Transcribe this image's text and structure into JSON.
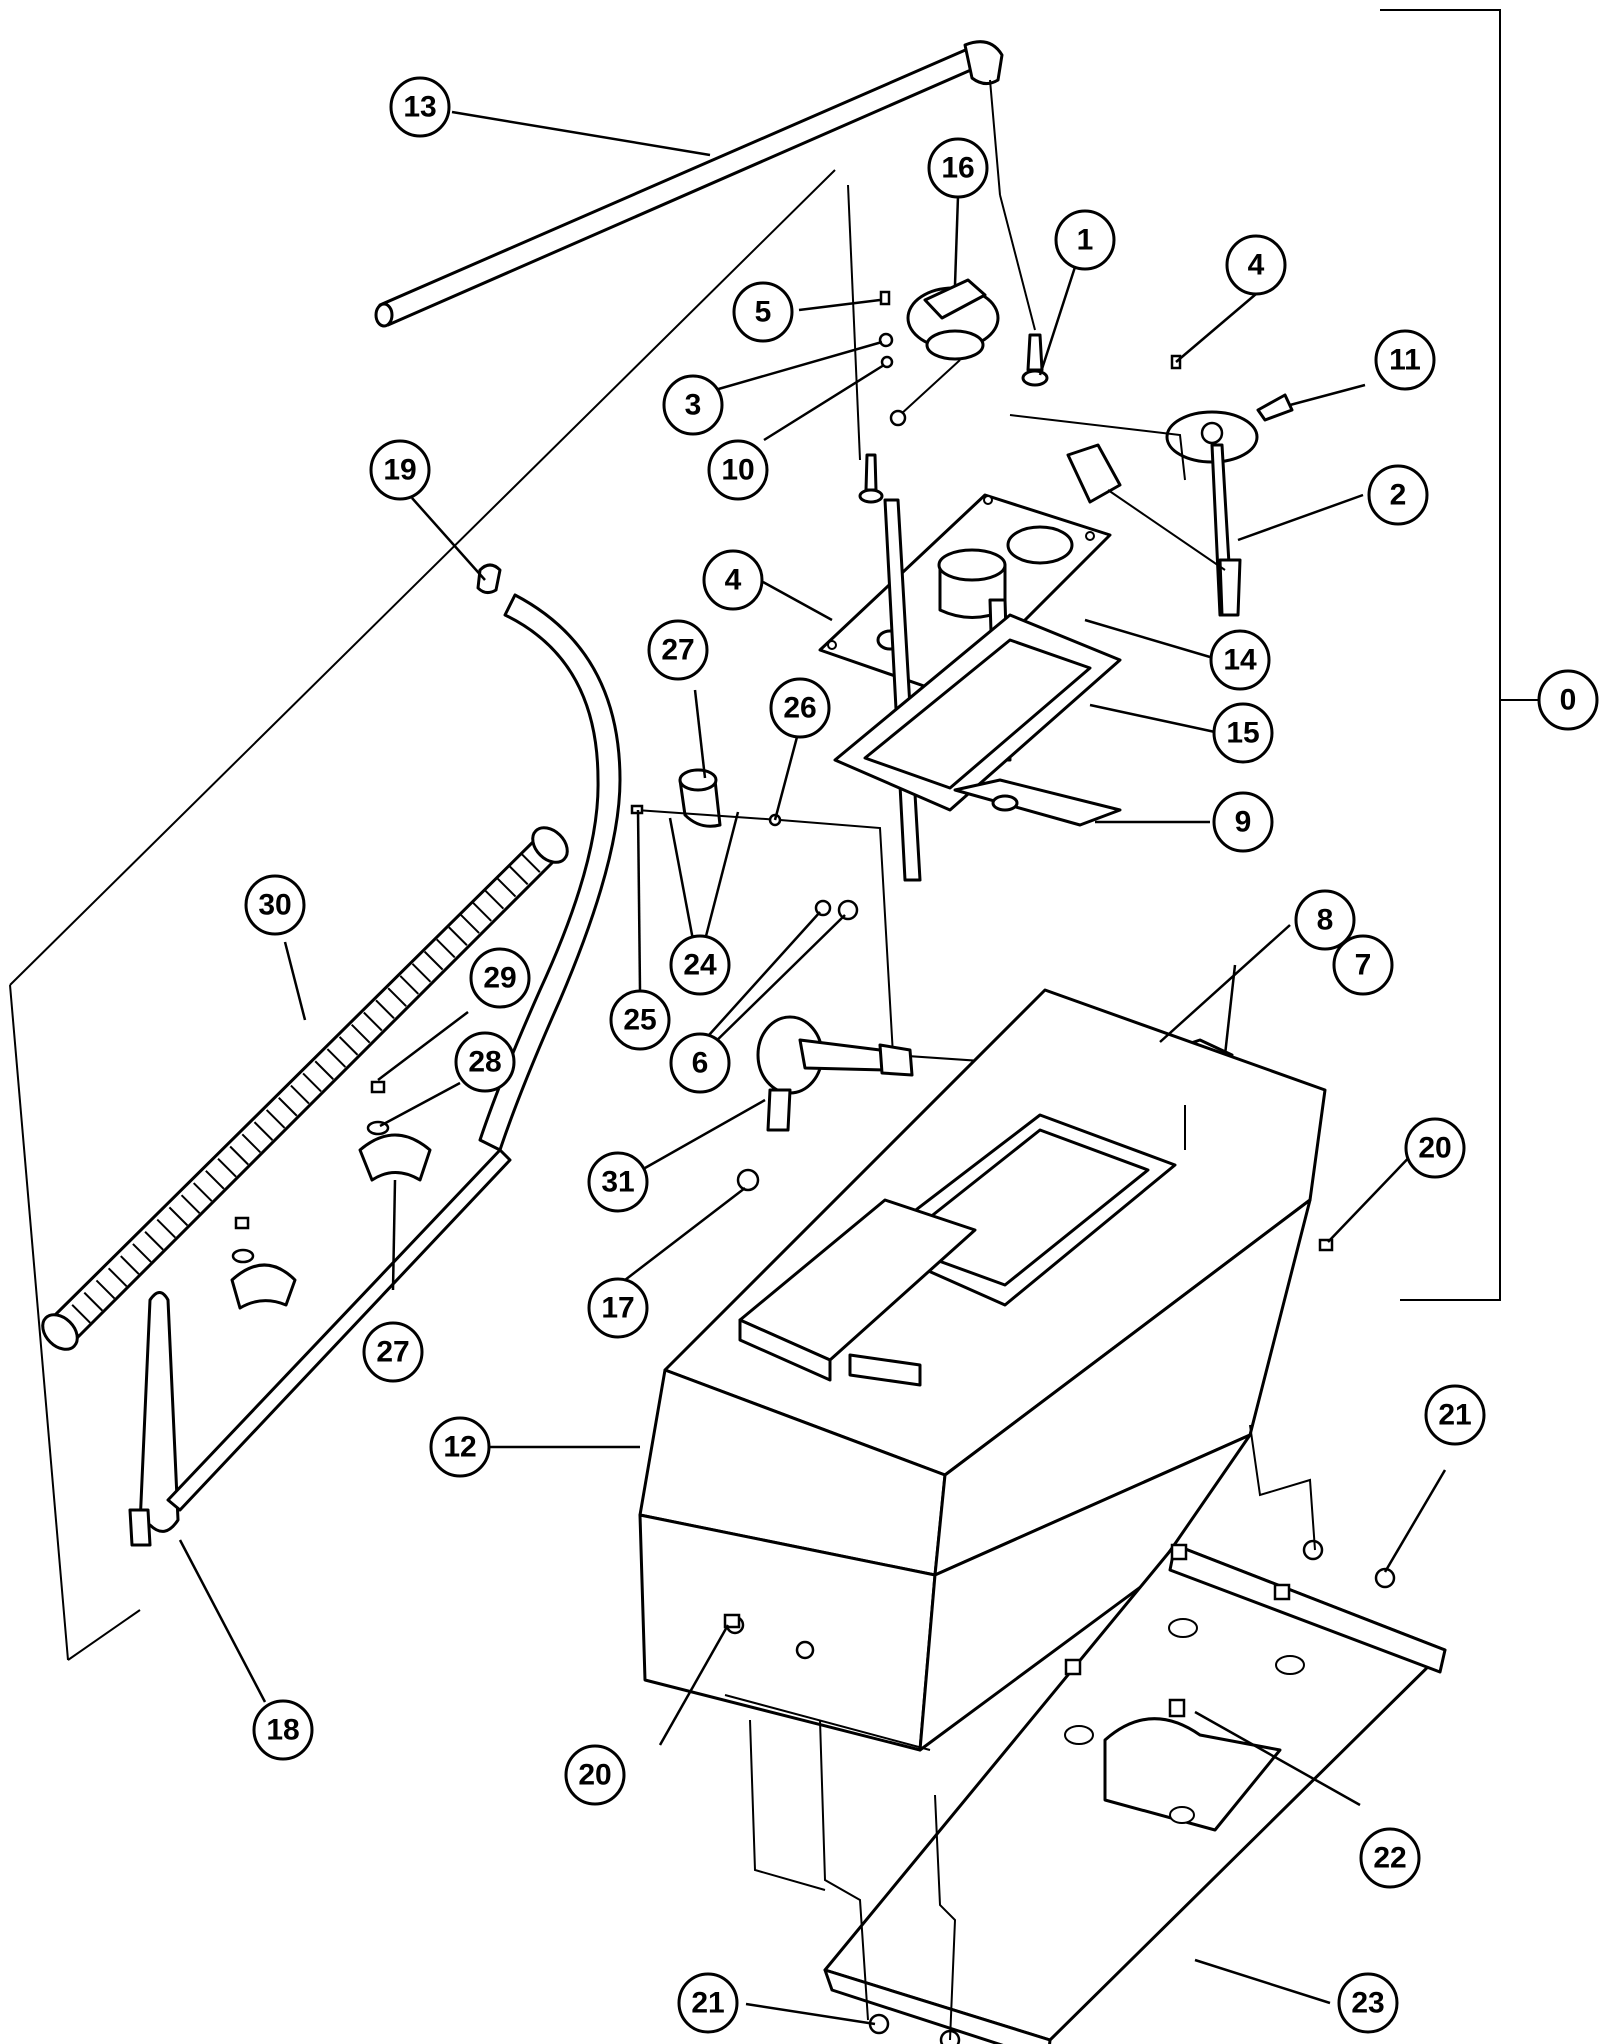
{
  "diagram": {
    "callouts": [
      {
        "id": "c13",
        "label": "13"
      },
      {
        "id": "c16",
        "label": "16"
      },
      {
        "id": "c1",
        "label": "1"
      },
      {
        "id": "c4a",
        "label": "4"
      },
      {
        "id": "c11",
        "label": "11"
      },
      {
        "id": "c5",
        "label": "5"
      },
      {
        "id": "c3",
        "label": "3"
      },
      {
        "id": "c10",
        "label": "10"
      },
      {
        "id": "c2",
        "label": "2"
      },
      {
        "id": "c19",
        "label": "19"
      },
      {
        "id": "c4b",
        "label": "4"
      },
      {
        "id": "c14",
        "label": "14"
      },
      {
        "id": "c27a",
        "label": "27"
      },
      {
        "id": "c26",
        "label": "26"
      },
      {
        "id": "c15",
        "label": "15"
      },
      {
        "id": "c0",
        "label": "0"
      },
      {
        "id": "c9",
        "label": "9"
      },
      {
        "id": "c30",
        "label": "30"
      },
      {
        "id": "c24",
        "label": "24"
      },
      {
        "id": "c29",
        "label": "29"
      },
      {
        "id": "c8",
        "label": "8"
      },
      {
        "id": "c7",
        "label": "7"
      },
      {
        "id": "c25",
        "label": "25"
      },
      {
        "id": "c6",
        "label": "6"
      },
      {
        "id": "c28",
        "label": "28"
      },
      {
        "id": "c31",
        "label": "31"
      },
      {
        "id": "c20a",
        "label": "20"
      },
      {
        "id": "c17",
        "label": "17"
      },
      {
        "id": "c27b",
        "label": "27"
      },
      {
        "id": "c12",
        "label": "12"
      },
      {
        "id": "c21a",
        "label": "21"
      },
      {
        "id": "c18",
        "label": "18"
      },
      {
        "id": "c20b",
        "label": "20"
      },
      {
        "id": "c22",
        "label": "22"
      },
      {
        "id": "c21b",
        "label": "21"
      },
      {
        "id": "c23",
        "label": "23"
      }
    ]
  }
}
